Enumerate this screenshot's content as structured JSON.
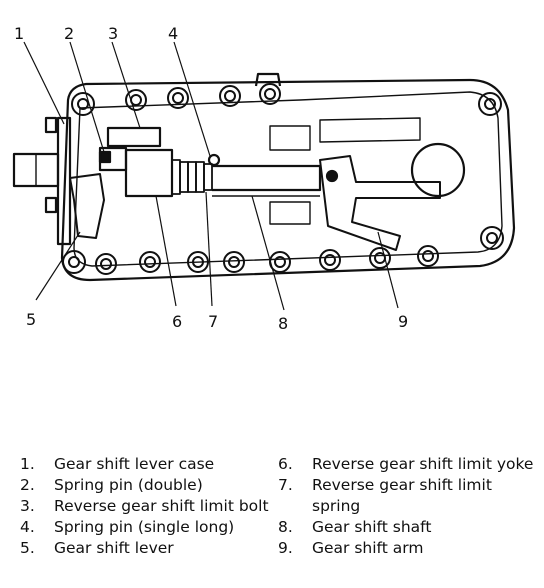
{
  "callouts": [
    "1",
    "2",
    "3",
    "4",
    "5",
    "6",
    "7",
    "8",
    "9"
  ],
  "legend": [
    {
      "num": "1.",
      "text": "Gear shift lever case"
    },
    {
      "num": "2.",
      "text": "Spring pin (double)"
    },
    {
      "num": "3.",
      "text": "Reverse gear shift limit bolt"
    },
    {
      "num": "4.",
      "text": "Spring pin (single long)"
    },
    {
      "num": "5.",
      "text": "Gear shift lever"
    },
    {
      "num": "6.",
      "text": "Reverse gear shift limit yoke"
    },
    {
      "num": "7.",
      "text": "Reverse gear shift limit spring"
    },
    {
      "num": "8.",
      "text": "Gear shift shaft"
    },
    {
      "num": "9.",
      "text": "Gear shift arm"
    }
  ]
}
